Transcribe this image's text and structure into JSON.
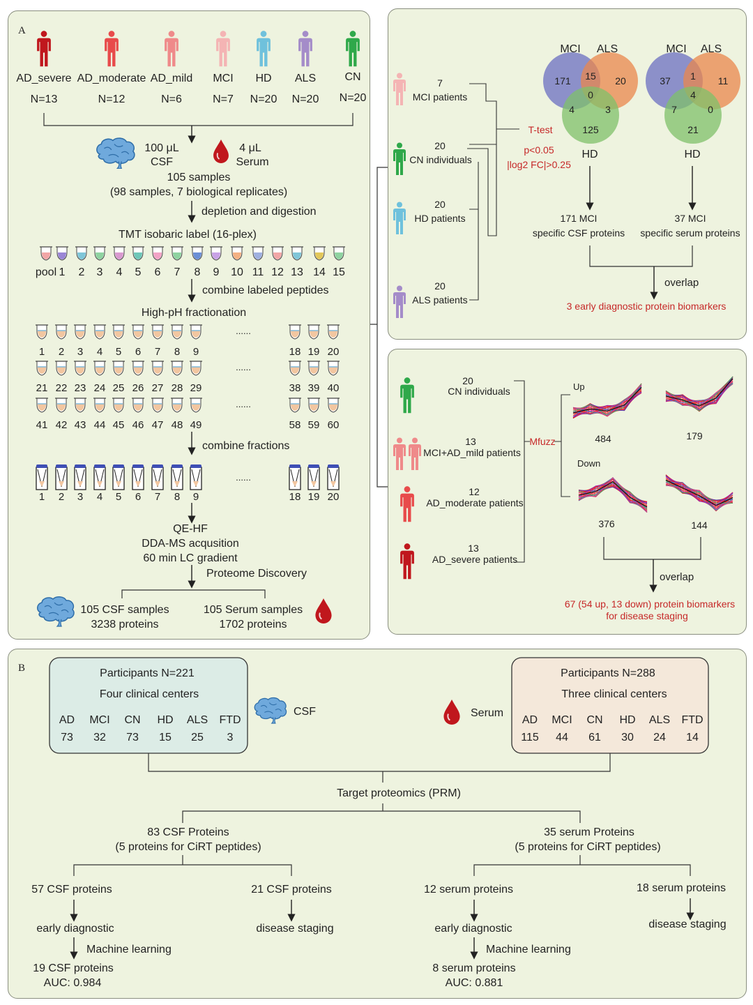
{
  "panel_a": {
    "label": "A",
    "groups": [
      {
        "name": "AD_severe",
        "n": "N=13",
        "color": "#c0171d"
      },
      {
        "name": "AD_moderate",
        "n": "N=12",
        "color": "#e84b4b"
      },
      {
        "name": "AD_mild",
        "n": "N=6",
        "color": "#ef8a8a"
      },
      {
        "name": "MCI",
        "n": "N=7",
        "color": "#f4b4b4"
      },
      {
        "name": "HD",
        "n": "N=20",
        "color": "#6fc1dc"
      },
      {
        "name": "ALS",
        "n": "N=20",
        "color": "#a48cc9"
      },
      {
        "name": "CN",
        "n": "N=20",
        "color": "#2fa84a"
      }
    ],
    "csf_volume": "100 μL",
    "csf_label": "CSF",
    "serum_volume": "4 μL",
    "serum_label": "Serum",
    "samples": "105 samples",
    "samples_detail": "(98 samples, 7 biological replicates)",
    "step_depletion": "depletion and digestion",
    "tmt": "TMT isobaric label (16-plex)",
    "tube_labels": [
      "pool",
      "1",
      "2",
      "3",
      "4",
      "5",
      "6",
      "7",
      "8",
      "9",
      "10",
      "11",
      "12",
      "13",
      "14",
      "15"
    ],
    "step_combine_peptides": "combine labeled peptides",
    "fractionation": "High-pH fractionation",
    "frac_row1": [
      "1",
      "2",
      "3",
      "4",
      "5",
      "6",
      "7",
      "8",
      "9",
      "18",
      "19",
      "20"
    ],
    "frac_row2": [
      "21",
      "22",
      "23",
      "24",
      "25",
      "26",
      "27",
      "28",
      "29",
      "38",
      "39",
      "40"
    ],
    "frac_row3": [
      "41",
      "42",
      "43",
      "44",
      "45",
      "46",
      "47",
      "48",
      "49",
      "58",
      "59",
      "60"
    ],
    "vial_labels": [
      "1",
      "2",
      "3",
      "4",
      "5",
      "6",
      "7",
      "8",
      "9",
      "18",
      "19",
      "20"
    ],
    "ellipsis": "......",
    "step_combine_fractions": "combine fractions",
    "ms_line1": "QE-HF",
    "ms_line2": "DDA-MS acqusition",
    "ms_line3": "60 min LC gradient",
    "ms_line4": "Proteome Discovery",
    "csf_result1": "105 CSF samples",
    "csf_result2": "3238 proteins",
    "serum_result1": "105 Serum samples",
    "serum_result2": "1702 proteins"
  },
  "panel_tr": {
    "groups": [
      {
        "n": "7",
        "label": "MCI patients",
        "color": "#f4b4b4"
      },
      {
        "n": "20",
        "label": "CN individuals",
        "color": "#2fa84a"
      },
      {
        "n": "20",
        "label": "HD patients",
        "color": "#6fc1dc"
      },
      {
        "n": "20",
        "label": "ALS patients",
        "color": "#a48cc9"
      }
    ],
    "test": "T-test",
    "p": "p<0.05",
    "fc": "|log2 FC|>0.25",
    "venn_csf": {
      "a": "MCI",
      "b": "ALS",
      "c": "HD",
      "vals": [
        "171",
        "15",
        "20",
        "0",
        "4",
        "3",
        "125"
      ]
    },
    "venn_serum": {
      "a": "MCI",
      "b": "ALS",
      "c": "HD",
      "vals": [
        "37",
        "1",
        "11",
        "4",
        "7",
        "0",
        "21"
      ]
    },
    "csf_spec1": "171 MCI",
    "csf_spec2": "specific CSF proteins",
    "serum_spec1": "37 MCI",
    "serum_spec2": "specific serum proteins",
    "overlap": "overlap",
    "result": "3 early diagnostic protein biomarkers"
  },
  "panel_mr": {
    "groups": [
      {
        "n": "20",
        "label": "CN individuals"
      },
      {
        "n": "13",
        "label": "MCI+AD_mild patients"
      },
      {
        "n": "12",
        "label": "AD_moderate patients"
      },
      {
        "n": "13",
        "label": "AD_severe patients"
      }
    ],
    "method": "Mfuzz",
    "up": "Up",
    "down": "Down",
    "cluster_counts": [
      "484",
      "179",
      "376",
      "144"
    ],
    "overlap": "overlap",
    "result1": "67 (54 up, 13 down) protein biomarkers",
    "result2": "for disease staging"
  },
  "panel_b": {
    "label": "B",
    "csf_box": {
      "title": "Participants N=221",
      "centers": "Four clinical centers",
      "cols": [
        "AD",
        "MCI",
        "CN",
        "HD",
        "ALS",
        "FTD"
      ],
      "vals": [
        "73",
        "32",
        "73",
        "15",
        "25",
        "3"
      ]
    },
    "csf_label": "CSF",
    "serum_label": "Serum",
    "serum_box": {
      "title": "Participants N=288",
      "centers": "Three clinical centers",
      "cols": [
        "AD",
        "MCI",
        "CN",
        "HD",
        "ALS",
        "FTD"
      ],
      "vals": [
        "115",
        "44",
        "61",
        "30",
        "24",
        "14"
      ]
    },
    "target": "Target proteomics (PRM)",
    "csf_prot1": "83 CSF Proteins",
    "csf_prot2": "(5 proteins for CiRT peptides)",
    "serum_prot1": "35 serum Proteins",
    "serum_prot2": "(5 proteins for CiRT peptides)",
    "csf_57": "57 CSF proteins",
    "csf_21": "21 CSF proteins",
    "serum_12": "12 serum proteins",
    "serum_18": "18 serum proteins",
    "early": "early diagnostic",
    "staging": "disease staging",
    "ml": "Machine learning",
    "csf_final1": "19 CSF proteins",
    "csf_final2": "AUC: 0.984",
    "serum_final1": "8 serum proteins",
    "serum_final2": "AUC: 0.881"
  },
  "colors": {
    "panel_bg": "#eef3df",
    "box_csf": "#dcece6",
    "box_serum": "#f4e8da",
    "highlight": "#c62828"
  }
}
